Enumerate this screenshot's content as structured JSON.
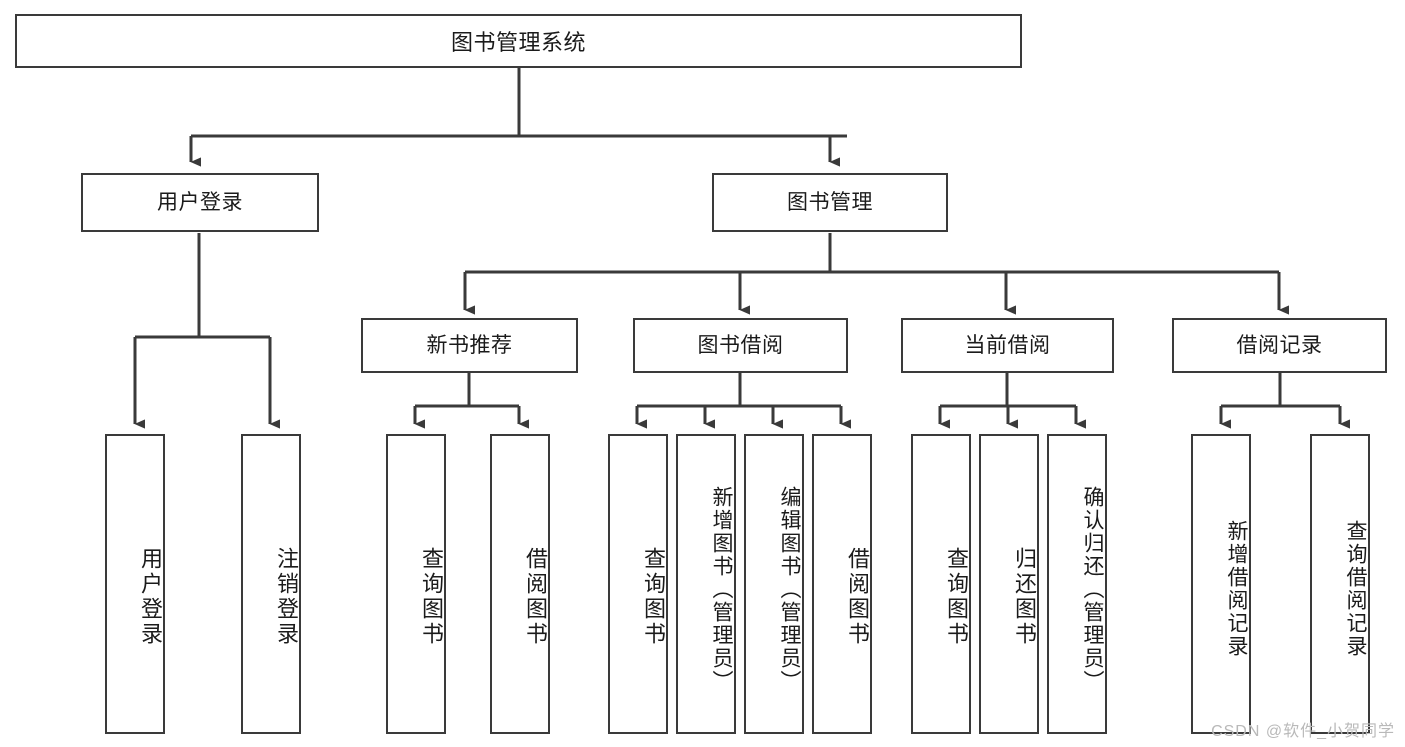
{
  "diagram": {
    "type": "tree-hierarchy",
    "title": "图书管理系统",
    "watermark": "CSDN @软件_小贺同学",
    "colors": {
      "stroke": "#3a3a3a",
      "fill": "#ffffff",
      "text": "#1b1b1b",
      "watermark": "#b9b9b9"
    },
    "nodes": {
      "root": {
        "label": "图书管理系统",
        "level": 1,
        "orientation": "horizontal"
      },
      "user_login": {
        "label": "用户登录",
        "level": 2,
        "orientation": "horizontal"
      },
      "book_manage": {
        "label": "图书管理",
        "level": 2,
        "orientation": "horizontal"
      },
      "new_book_rec": {
        "label": "新书推荐",
        "level": 3,
        "orientation": "horizontal"
      },
      "book_borrow": {
        "label": "图书借阅",
        "level": 3,
        "orientation": "horizontal"
      },
      "current_borrow": {
        "label": "当前借阅",
        "level": 3,
        "orientation": "horizontal"
      },
      "borrow_record": {
        "label": "借阅记录",
        "level": 3,
        "orientation": "horizontal"
      },
      "leaf_user_login": {
        "label": "用户登录",
        "level": 4,
        "orientation": "vertical",
        "parent": "user_login"
      },
      "leaf_logout": {
        "label": "注销登录",
        "level": 4,
        "orientation": "vertical",
        "parent": "user_login"
      },
      "leaf_query_book_1": {
        "label": "查询图书",
        "level": 4,
        "orientation": "vertical",
        "parent": "new_book_rec"
      },
      "leaf_borrow_book_1": {
        "label": "借阅图书",
        "level": 4,
        "orientation": "vertical",
        "parent": "new_book_rec"
      },
      "leaf_query_book_2": {
        "label": "查询图书",
        "level": 4,
        "orientation": "vertical",
        "parent": "book_borrow"
      },
      "leaf_add_book": {
        "label": "新增图书（管理员）",
        "level": 4,
        "orientation": "vertical",
        "parent": "book_borrow"
      },
      "leaf_edit_book": {
        "label": "编辑图书（管理员）",
        "level": 4,
        "orientation": "vertical",
        "parent": "book_borrow"
      },
      "leaf_borrow_book_2": {
        "label": "借阅图书",
        "level": 4,
        "orientation": "vertical",
        "parent": "book_borrow"
      },
      "leaf_query_book_3": {
        "label": "查询图书",
        "level": 4,
        "orientation": "vertical",
        "parent": "current_borrow"
      },
      "leaf_return_book": {
        "label": "归还图书",
        "level": 4,
        "orientation": "vertical",
        "parent": "current_borrow"
      },
      "leaf_confirm_return": {
        "label": "确认归还（管理员）",
        "level": 4,
        "orientation": "vertical",
        "parent": "current_borrow"
      },
      "leaf_add_record": {
        "label": "新增借阅记录",
        "level": 4,
        "orientation": "vertical",
        "parent": "borrow_record"
      },
      "leaf_query_record": {
        "label": "查询借阅记录",
        "level": 4,
        "orientation": "vertical",
        "parent": "borrow_record"
      }
    },
    "edges": [
      {
        "from": "root",
        "to": "user_login"
      },
      {
        "from": "root",
        "to": "book_manage"
      },
      {
        "from": "user_login",
        "to": "leaf_user_login"
      },
      {
        "from": "user_login",
        "to": "leaf_logout"
      },
      {
        "from": "book_manage",
        "to": "new_book_rec"
      },
      {
        "from": "book_manage",
        "to": "book_borrow"
      },
      {
        "from": "book_manage",
        "to": "current_borrow"
      },
      {
        "from": "book_manage",
        "to": "borrow_record"
      },
      {
        "from": "new_book_rec",
        "to": "leaf_query_book_1"
      },
      {
        "from": "new_book_rec",
        "to": "leaf_borrow_book_1"
      },
      {
        "from": "book_borrow",
        "to": "leaf_query_book_2"
      },
      {
        "from": "book_borrow",
        "to": "leaf_add_book"
      },
      {
        "from": "book_borrow",
        "to": "leaf_edit_book"
      },
      {
        "from": "book_borrow",
        "to": "leaf_borrow_book_2"
      },
      {
        "from": "current_borrow",
        "to": "leaf_query_book_3"
      },
      {
        "from": "current_borrow",
        "to": "leaf_return_book"
      },
      {
        "from": "current_borrow",
        "to": "leaf_confirm_return"
      },
      {
        "from": "borrow_record",
        "to": "leaf_add_record"
      },
      {
        "from": "borrow_record",
        "to": "leaf_query_record"
      }
    ]
  }
}
